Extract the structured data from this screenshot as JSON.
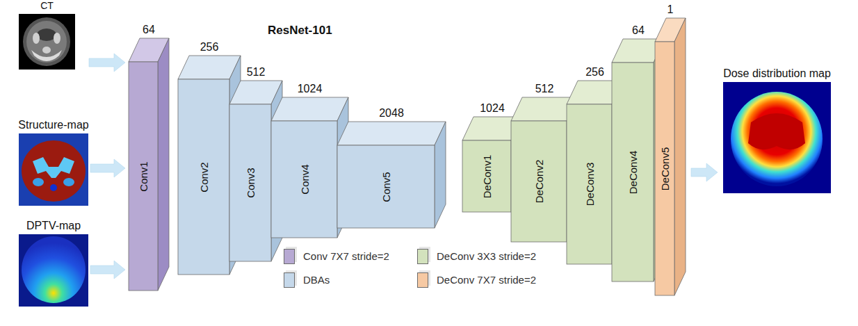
{
  "diagram": {
    "nodes": [
      {
        "text": [
          "CT"
        ]
      },
      {
        "text": [
          "Structure-map"
        ]
      },
      {
        "text": [
          "DPTV-map"
        ]
      },
      {
        "text": [
          "64",
          "Conv1"
        ]
      },
      {
        "text": [
          "256",
          "Conv2"
        ]
      },
      {
        "text": [
          "512",
          "Conv3"
        ]
      },
      {
        "text": [
          "1024",
          "Conv4"
        ]
      },
      {
        "text": [
          "2048",
          "Conv5"
        ]
      },
      {
        "text": [
          "1024",
          "DeConv1"
        ]
      },
      {
        "text": [
          "512",
          "DeConv2"
        ]
      },
      {
        "text": [
          "256",
          "DeConv3"
        ]
      },
      {
        "text": [
          "64",
          "DeConv4"
        ]
      },
      {
        "text": [
          "1",
          "DeConv5"
        ]
      },
      {
        "text": [
          "Dose distribution map"
        ]
      }
    ],
    "edges": [
      {
        "from": 0,
        "to": 3,
        "arrow": "to"
      },
      {
        "from": 1,
        "to": 3,
        "arrow": "to"
      },
      {
        "from": 2,
        "to": 3,
        "arrow": "to"
      },
      {
        "from": 12,
        "to": 13,
        "arrow": "to"
      }
    ],
    "labels": [
      "ResNet-101"
    ],
    "legend": [
      {
        "text": "Conv 7X7 stride=2",
        "color": "#b7a9d3"
      },
      {
        "text": "DBAs",
        "color": "#c5d8ea"
      },
      {
        "text": "DeConv 3X3 stride=2",
        "color": "#d3e2bd"
      },
      {
        "text": "DeConv 7X7 stride=2",
        "color": "#f6c9a3"
      }
    ]
  }
}
